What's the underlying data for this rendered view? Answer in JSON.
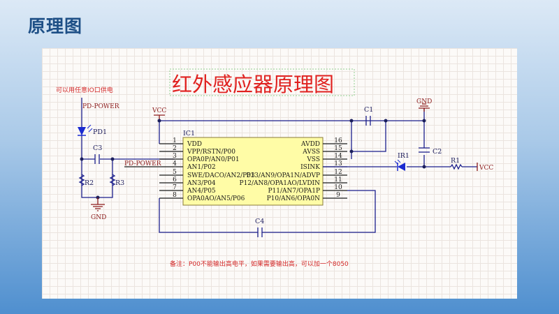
{
  "slide_title": "原理图",
  "schematic": {
    "title": "红外感应器原理图",
    "power_note": "可以用任意IO口供电",
    "footnote": "备注：P00不能输出高电平，如果需要输出高，可以加一个8050",
    "net_labels": {
      "pd_power_top": "PD-POWER",
      "pd_power_pin4": "PD-POWER",
      "vcc_top": "VCC",
      "vcc_right": "VCC",
      "gnd_left": "GND",
      "gnd_right": "GND"
    },
    "refs": {
      "ic": "IC1",
      "pd1": "PD1",
      "c1": "C1",
      "c2": "C2",
      "c3": "C3",
      "c4": "C4",
      "r1": "R1",
      "r2": "R2",
      "r3": "R3",
      "ir1": "IR1"
    },
    "left_pins": [
      {
        "num": "1",
        "name": "VDD"
      },
      {
        "num": "2",
        "name": "VPP/RSTN/P00"
      },
      {
        "num": "3",
        "name": "OPA0P/AN0/P01"
      },
      {
        "num": "4",
        "name": "AN1/P02"
      },
      {
        "num": "5",
        "name": "SWE/DACO/AN2/P03"
      },
      {
        "num": "6",
        "name": "AN3/P04"
      },
      {
        "num": "7",
        "name": "AN4/P05"
      },
      {
        "num": "8",
        "name": "OPA0AO/AN5/P06"
      }
    ],
    "right_pins": [
      {
        "num": "16",
        "name": "AVDD"
      },
      {
        "num": "15",
        "name": "AVSS"
      },
      {
        "num": "14",
        "name": "VSS"
      },
      {
        "num": "13",
        "name": "ISINK"
      },
      {
        "num": "12",
        "name": "P13/AN9/OPA1N/ADVP"
      },
      {
        "num": "11",
        "name": "P12/AN8/OPA1AO/LVDIN"
      },
      {
        "num": "10",
        "name": "P11/AN7/OPA1P"
      },
      {
        "num": "9",
        "name": "P10/AN6/OPA0N"
      }
    ]
  }
}
